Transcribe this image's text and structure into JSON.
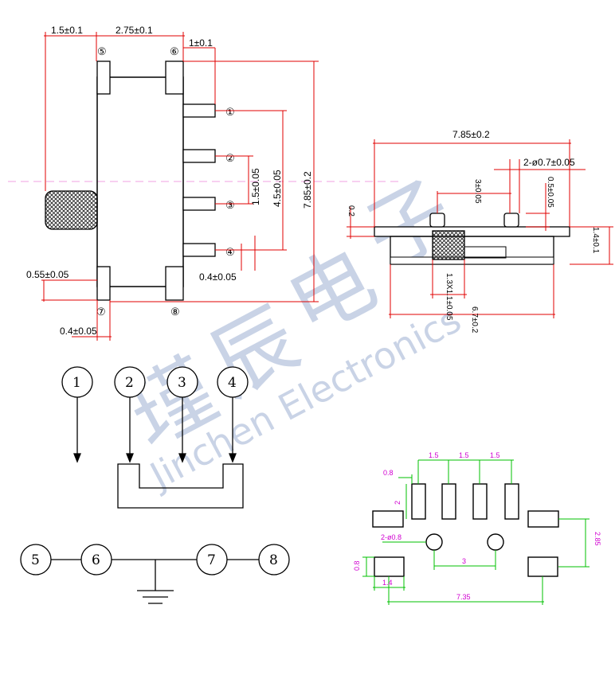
{
  "watermark": {
    "cn_chars": [
      "瑾",
      "辰",
      "电",
      "子"
    ],
    "en": "Jinchen Electronics"
  },
  "top_view": {
    "dims": {
      "pad_spacing": "1.5±0.1",
      "body_width": "2.75±0.1",
      "pad_height": "1±0.1",
      "pin_pitch": "1.5±0.05",
      "pin_span": "4.5±0.05",
      "overall_length": "7.85±0.2",
      "tab_height": "0.55±0.05",
      "pin_width": "0.4±0.05",
      "tab_width": "0.4±0.05"
    },
    "pins": [
      "①",
      "②",
      "③",
      "④",
      "⑤",
      "⑥",
      "⑦",
      "⑧"
    ]
  },
  "side_view": {
    "dims": {
      "width": "7.85±0.2",
      "hole": "2-ø0.7±0.05",
      "pitch": "3±0.05",
      "boss": "0.5±0.05",
      "thin": "0.2",
      "height": "1.4±0.1",
      "actuator": "1.3X1.1±0.05",
      "bottom": "6.7±0.2"
    }
  },
  "schematic": {
    "top_pins": [
      "1",
      "2",
      "3",
      "4"
    ],
    "bottom_pins": [
      "5",
      "6",
      "7",
      "8"
    ]
  },
  "footprint": {
    "pitch": [
      "1.5",
      "1.5",
      "1.5"
    ],
    "pad_w": "0.8",
    "pad_h": "2",
    "hole": "2-ø0.8",
    "hole_pitch": "3",
    "vert": "2.85",
    "pad_h2": "0.8",
    "pad_w2": "1.4",
    "span": "7.35"
  }
}
